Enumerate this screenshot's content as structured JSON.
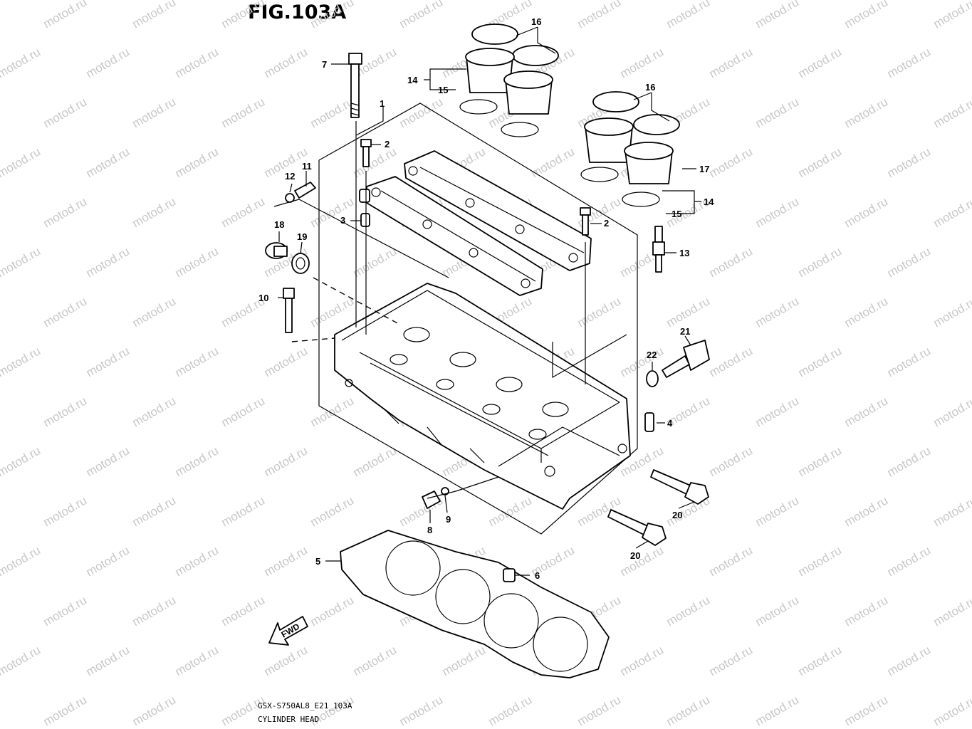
{
  "figure": {
    "title": "FIG.103A",
    "model_code": "GSX-S750AL8_E21_103A",
    "caption": "CYLINDER HEAD",
    "watermark": "motod.ru",
    "fwd_label": "FWD"
  },
  "callouts": {
    "c1": "1",
    "c2a": "2",
    "c2b": "2",
    "c3": "3",
    "c4": "4",
    "c5": "5",
    "c6": "6",
    "c7": "7",
    "c8": "8",
    "c9": "9",
    "c10": "10",
    "c11": "11",
    "c12": "12",
    "c13": "13",
    "c14a": "14",
    "c14b": "14",
    "c15a": "15",
    "c15b": "15",
    "c16a": "16",
    "c16b": "16",
    "c17": "17",
    "c18": "18",
    "c19": "19",
    "c20a": "20",
    "c20b": "20",
    "c21": "21",
    "c22": "22"
  },
  "colors": {
    "line": "#000000",
    "watermark": "#c8c8c8",
    "background": "#ffffff"
  }
}
